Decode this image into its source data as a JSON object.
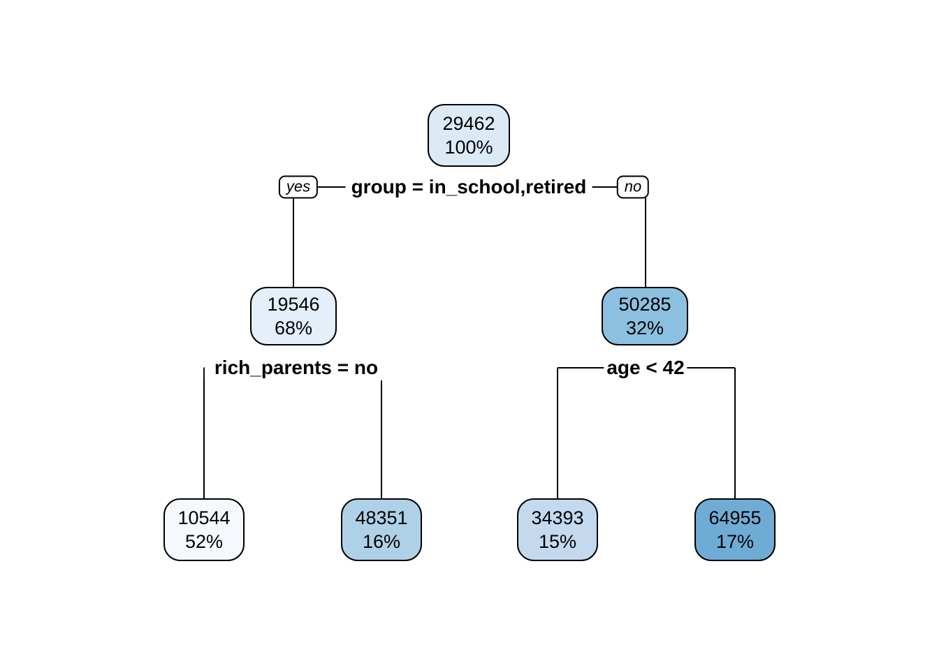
{
  "canvas": {
    "background": "#FFFFFF",
    "line_color": "#000000"
  },
  "tree": {
    "node": {
      "value": "29462",
      "percent": "100%",
      "fill": "#DCEAF6"
    },
    "split": {
      "condition": "group = in_school,retired",
      "yes_label": "yes",
      "no_label": "no"
    },
    "yes_branch": {
      "node": {
        "value": "19546",
        "percent": "68%",
        "fill": "#E5EFF9"
      },
      "split": {
        "condition": "rich_parents = no"
      },
      "yes_branch": {
        "node": {
          "value": "10544",
          "percent": "52%",
          "fill": "#F5F9FD"
        }
      },
      "no_branch": {
        "node": {
          "value": "48351",
          "percent": "16%",
          "fill": "#AFD1E7"
        }
      }
    },
    "no_branch": {
      "node": {
        "value": "50285",
        "percent": "32%",
        "fill": "#8CC0E0"
      },
      "split": {
        "condition": "age < 42"
      },
      "yes_branch": {
        "node": {
          "value": "34393",
          "percent": "15%",
          "fill": "#C4D9EE"
        }
      },
      "no_branch": {
        "node": {
          "value": "64955",
          "percent": "17%",
          "fill": "#6FACD5"
        }
      }
    }
  }
}
